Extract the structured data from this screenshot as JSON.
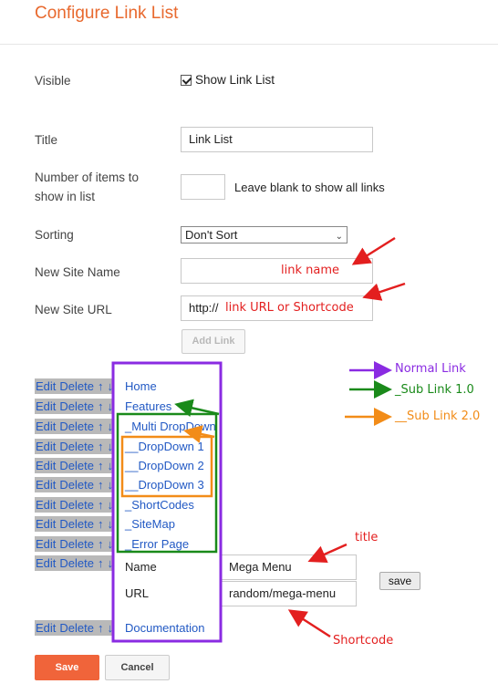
{
  "page": {
    "title": "Configure Link List"
  },
  "form": {
    "visible_label": "Visible",
    "show_link_list_label": "Show Link List",
    "title_label": "Title",
    "title_value": "Link List",
    "items_label_line1": "Number of items to",
    "items_label_line2": "show in list",
    "items_hint": "Leave blank to show all links",
    "sorting_label": "Sorting",
    "sorting_value": "Don't Sort",
    "new_name_label": "New Site Name",
    "new_url_label": "New Site URL",
    "new_url_value": "http://",
    "add_link_label": "Add Link"
  },
  "links": {
    "edit_label": "Edit",
    "delete_label": "Delete",
    "up_label": "↑",
    "down_label": "↓",
    "items": [
      "Home",
      "Features",
      "_Multi DropDown",
      "__DropDown 1",
      "__DropDown 2",
      "__DropDown 3",
      "_ShortCodes",
      "_SiteMap",
      "_Error Page"
    ],
    "last_item": "Documentation"
  },
  "edit_row": {
    "name_label": "Name",
    "name_value": "Mega Menu",
    "url_label": "URL",
    "url_value": "random/mega-menu",
    "save_label": "save"
  },
  "footer": {
    "save_label": "Save",
    "cancel_label": "Cancel"
  },
  "annotations": {
    "link_name": "link name",
    "link_url": "link URL or Shortcode",
    "normal_link": "Normal Link",
    "sub_link_1": "_Sub Link 1.0",
    "sub_link_2": "__Sub Link 2.0",
    "title_note": "title",
    "shortcode_note": "Shortcode"
  },
  "colors": {
    "title": "#e8692e",
    "link": "#2259c4",
    "save_button": "#f0643a",
    "annotation_red": "#e31f1f",
    "purple": "#8a2be2",
    "green": "#1a8a1a",
    "orange": "#f28c18"
  }
}
